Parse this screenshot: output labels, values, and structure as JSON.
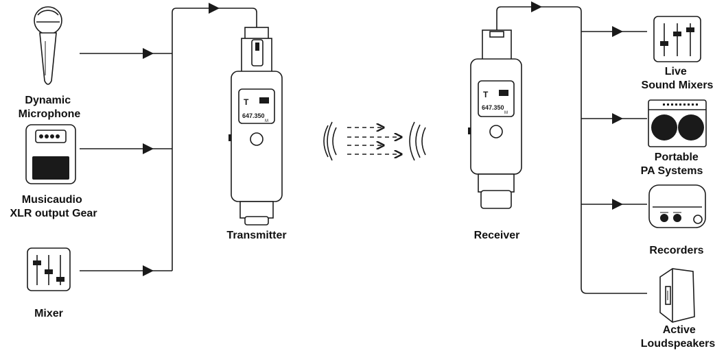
{
  "sources": [
    {
      "id": "mic",
      "label_lines": [
        "Dynamic",
        "Microphone"
      ],
      "icon": "microphone-icon"
    },
    {
      "id": "pedal",
      "label_lines": [
        "Musicaudio",
        "XLR output Gear"
      ],
      "icon": "guitar-pedal-icon"
    },
    {
      "id": "mixer",
      "label_lines": [
        "Mixer"
      ],
      "icon": "mixer-icon"
    }
  ],
  "transmitter": {
    "label": "Transmitter",
    "screen_letter": "T",
    "frequency": "647.350",
    "unit": "M"
  },
  "receiver": {
    "label": "Receiver",
    "screen_letter": "T",
    "frequency": "647.350",
    "unit": "M"
  },
  "destinations": [
    {
      "id": "live-mixers",
      "label_lines": [
        "Live",
        "Sound Mixers"
      ],
      "icon": "mixer-icon"
    },
    {
      "id": "pa",
      "label_lines": [
        "Portable",
        "PA Systems"
      ],
      "icon": "pa-speaker-icon"
    },
    {
      "id": "recorders",
      "label_lines": [
        "Recorders"
      ],
      "icon": "recorder-icon"
    },
    {
      "id": "loudspeakers",
      "label_lines": [
        "Active",
        "Loudspeakers"
      ],
      "icon": "loudspeaker-icon"
    }
  ],
  "colors": {
    "ink": "#1a1a1a",
    "background": "#ffffff"
  }
}
